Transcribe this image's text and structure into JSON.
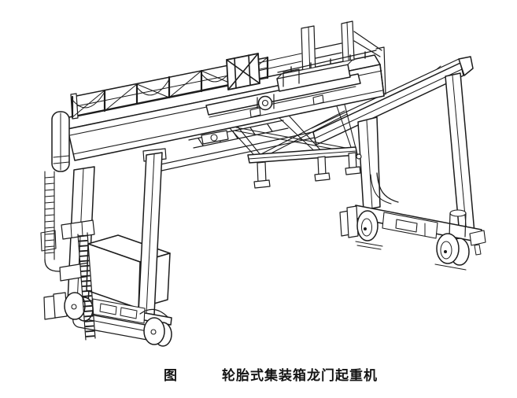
{
  "page": {
    "background_color": "#ffffff",
    "ink_color": "#1c1c1c"
  },
  "figure": {
    "label": "图",
    "caption": "轮胎式集装箱龙门起重机",
    "drawing_parts": [
      "main-box-girder",
      "girder-walkway-truss",
      "end-platform-railing",
      "trolley-hoist-unit",
      "hoist-drum",
      "lifting-ropes",
      "container-spreader",
      "twist-lock-flippers",
      "left-rear-leg",
      "left-front-leg",
      "access-ladder",
      "machinery-house",
      "left-sill-beam",
      "rubber-tires-left",
      "right-portal-frame",
      "right-sill-beam",
      "rubber-tires-right"
    ]
  }
}
